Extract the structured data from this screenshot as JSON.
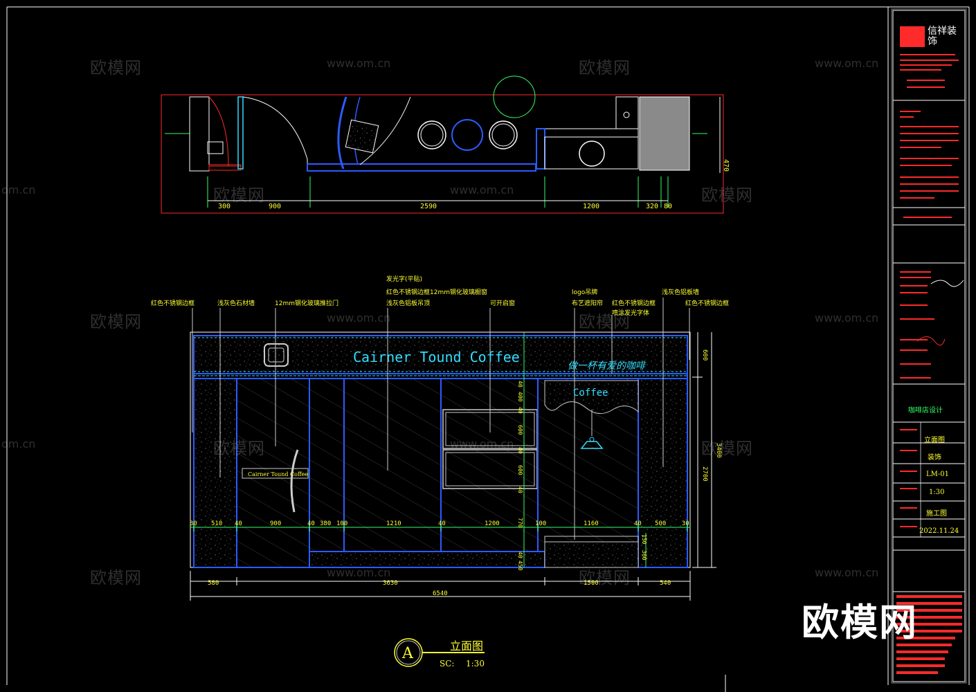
{
  "watermarks": {
    "brand": "欧模网",
    "url": "www.om.cn",
    "partial_url": "om.cn",
    "big_logo": "欧模网"
  },
  "plan": {
    "dimensions": [
      "300",
      "900",
      "2590",
      "1200",
      "320",
      "80"
    ],
    "side_dim": "470"
  },
  "elevation": {
    "sign_text": "Cairner Tound Coffee",
    "slogan": "做一杯有爱的咖啡",
    "coffee_label": "Coffee",
    "small_sign": "Cairner Tound Coffee",
    "callouts": [
      "红色不锈钢边框",
      "浅灰色石材墙",
      "12mm钢化玻璃推拉门",
      "发光字(平贴)",
      "红色不锈钢边框12mm钢化玻璃橱窗",
      "浅灰色铝板吊顶",
      "可开启窗",
      "logo吊牌",
      "布艺遮阳帘",
      "红色不锈钢边框",
      "喷涂发光字体",
      "浅灰色铝板墙",
      "红色不锈钢边框"
    ],
    "h_dims": [
      "30",
      "510",
      "40",
      "900",
      "40",
      "380",
      "100",
      "1210",
      "40",
      "1200",
      "100",
      "1160",
      "40",
      "500",
      "30"
    ],
    "bottom_dims": [
      "580",
      "3630",
      "1500",
      "540"
    ],
    "total_dim": "6540",
    "right_dims": [
      "600",
      "3400",
      "2700"
    ],
    "inner_dims": [
      "40",
      "400",
      "40",
      "600",
      "40",
      "600",
      "40",
      "770",
      "40",
      "450"
    ],
    "counter_dims": [
      "150",
      "360"
    ]
  },
  "title": {
    "badge": "A",
    "name": "立面图",
    "scale_label": "SC:",
    "scale_value": "1:30"
  },
  "title_block": {
    "company_logo_text": "信祥装饰",
    "project": "咖啡店设计",
    "drawing_name": "立面图",
    "drawing_type": "装饰",
    "drawing_no": "LM-01",
    "scale": "1:30",
    "stage": "施工图",
    "date": "2022.11.24"
  },
  "colors": {
    "frame": "#ffffff",
    "red": "#ff2a2a",
    "yellow": "#ffff33",
    "cyan": "#33ddff",
    "blue": "#2d5bff",
    "green": "#33ff66",
    "gray": "#8a8a8a"
  }
}
